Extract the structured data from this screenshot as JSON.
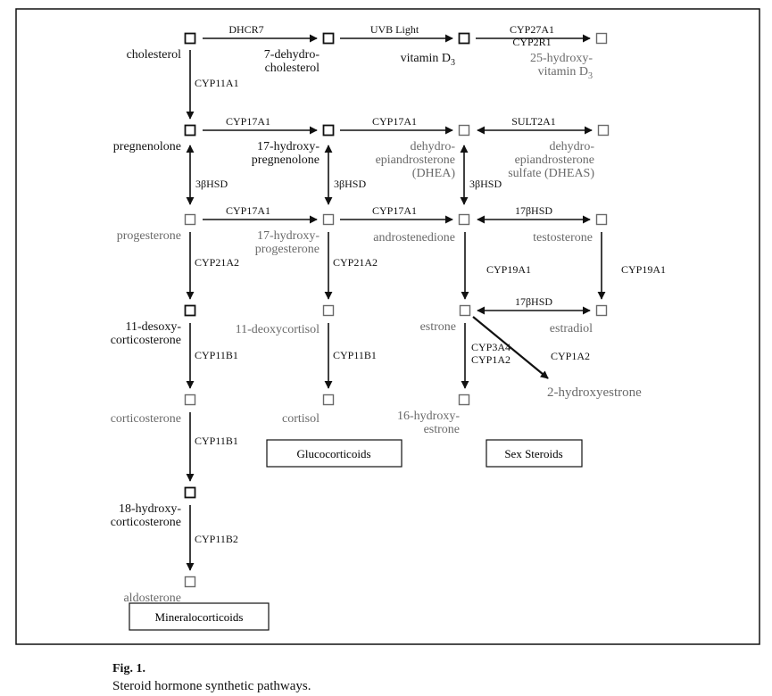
{
  "nodes": {
    "cholesterol": {
      "label": [
        "cholesterol"
      ],
      "measured": true
    },
    "dehydrocholesterol": {
      "label": [
        "7-dehydro-",
        "cholesterol"
      ],
      "measured": true
    },
    "vitamin_d3": {
      "label": [
        "vitamin D",
        "3"
      ],
      "measured": true
    },
    "hydroxyvitamin_d3": {
      "label": [
        "25-hydroxy-",
        "vitamin D",
        "3"
      ],
      "measured": false
    },
    "pregnenolone": {
      "label": [
        "pregnenolone"
      ],
      "measured": true
    },
    "hydroxypregnenolone": {
      "label": [
        "17-hydroxy-",
        "pregnenolone"
      ],
      "measured": true
    },
    "dhea": {
      "label": [
        "dehydro-",
        "epiandrosterone",
        "(DHEA)"
      ],
      "measured": false
    },
    "dheas": {
      "label": [
        "dehydro-",
        "epiandrosterone",
        "sulfate (DHEAS)"
      ],
      "measured": false
    },
    "progesterone": {
      "label": [
        "progesterone"
      ],
      "measured": false
    },
    "hydroxyprogesterone": {
      "label": [
        "17-hydroxy-",
        "progesterone"
      ],
      "measured": false
    },
    "androstenedione": {
      "label": [
        "androstenedione"
      ],
      "measured": false
    },
    "testosterone": {
      "label": [
        "testosterone"
      ],
      "measured": false
    },
    "desoxycorticosterone": {
      "label": [
        "11-desoxy-",
        "corticosterone"
      ],
      "measured": true
    },
    "deoxycortisol": {
      "label": [
        "11-deoxycortisol"
      ],
      "measured": false
    },
    "estrone": {
      "label": [
        "estrone"
      ],
      "measured": false
    },
    "estradiol": {
      "label": [
        "estradiol"
      ],
      "measured": false
    },
    "corticosterone": {
      "label": [
        "corticosterone"
      ],
      "measured": false
    },
    "cortisol": {
      "label": [
        "cortisol"
      ],
      "measured": false
    },
    "hydroxyestrone16": {
      "label": [
        "16-hydroxy-",
        "estrone"
      ],
      "measured": false
    },
    "hydroxyestrone2": {
      "label": [
        "2-hydroxyestrone"
      ],
      "measured": false
    },
    "hydroxycorticosterone": {
      "label": [
        "18-hydroxy-",
        "corticosterone"
      ],
      "measured": true
    },
    "aldosterone": {
      "label": [
        "aldosterone"
      ],
      "measured": false
    }
  },
  "edges": [
    {
      "from": "cholesterol",
      "to": "dehydrocholesterol",
      "enzyme": [
        "DHCR7"
      ],
      "bidirectional": false
    },
    {
      "from": "dehydrocholesterol",
      "to": "vitamin_d3",
      "enzyme": [
        "UVB Light"
      ],
      "bidirectional": false
    },
    {
      "from": "vitamin_d3",
      "to": "hydroxyvitamin_d3",
      "enzyme": [
        "CYP27A1",
        "CYP2R1"
      ],
      "bidirectional": false
    },
    {
      "from": "cholesterol",
      "to": "pregnenolone",
      "enzyme": [
        "CYP11A1"
      ],
      "bidirectional": false
    },
    {
      "from": "pregnenolone",
      "to": "hydroxypregnenolone",
      "enzyme": [
        "CYP17A1"
      ],
      "bidirectional": false
    },
    {
      "from": "hydroxypregnenolone",
      "to": "dhea",
      "enzyme": [
        "CYP17A1"
      ],
      "bidirectional": false
    },
    {
      "from": "dhea",
      "to": "dheas",
      "enzyme": [
        "SULT2A1"
      ],
      "bidirectional": true
    },
    {
      "from": "pregnenolone",
      "to": "progesterone",
      "enzyme": [
        "3βHSD"
      ],
      "bidirectional": true
    },
    {
      "from": "hydroxypregnenolone",
      "to": "hydroxyprogesterone",
      "enzyme": [
        "3βHSD"
      ],
      "bidirectional": true
    },
    {
      "from": "dhea",
      "to": "androstenedione",
      "enzyme": [
        "3βHSD"
      ],
      "bidirectional": true
    },
    {
      "from": "progesterone",
      "to": "hydroxyprogesterone",
      "enzyme": [
        "CYP17A1"
      ],
      "bidirectional": false
    },
    {
      "from": "hydroxyprogesterone",
      "to": "androstenedione",
      "enzyme": [
        "CYP17A1"
      ],
      "bidirectional": false
    },
    {
      "from": "androstenedione",
      "to": "testosterone",
      "enzyme": [
        "17βHSD"
      ],
      "bidirectional": true
    },
    {
      "from": "progesterone",
      "to": "desoxycorticosterone",
      "enzyme": [
        "CYP21A2"
      ],
      "bidirectional": false
    },
    {
      "from": "hydroxyprogesterone",
      "to": "deoxycortisol",
      "enzyme": [
        "CYP21A2"
      ],
      "bidirectional": false
    },
    {
      "from": "androstenedione",
      "to": "estrone",
      "enzyme": [
        "CYP19A1"
      ],
      "bidirectional": false
    },
    {
      "from": "testosterone",
      "to": "estradiol",
      "enzyme": [
        "CYP19A1"
      ],
      "bidirectional": false
    },
    {
      "from": "estrone",
      "to": "estradiol",
      "enzyme": [
        "17βHSD"
      ],
      "bidirectional": true
    },
    {
      "from": "desoxycorticosterone",
      "to": "corticosterone",
      "enzyme": [
        "CYP11B1"
      ],
      "bidirectional": false
    },
    {
      "from": "deoxycortisol",
      "to": "cortisol",
      "enzyme": [
        "CYP11B1"
      ],
      "bidirectional": false
    },
    {
      "from": "estrone",
      "to": "hydroxyestrone16",
      "enzyme": [
        "CYP3A4",
        "CYP1A2"
      ],
      "bidirectional": false
    },
    {
      "from": "estrone",
      "to": "hydroxyestrone2",
      "enzyme": [
        "CYP1A2"
      ],
      "bidirectional": false
    },
    {
      "from": "corticosterone",
      "to": "hydroxycorticosterone",
      "enzyme": [
        "CYP11B1"
      ],
      "bidirectional": false
    },
    {
      "from": "hydroxycorticosterone",
      "to": "aldosterone",
      "enzyme": [
        "CYP11B2"
      ],
      "bidirectional": false
    }
  ],
  "groups": {
    "glucocorticoids": "Glucocorticoids",
    "sex_steroids": "Sex Steroids",
    "mineralocorticoids": "Mineralocorticoids"
  },
  "caption": {
    "title": "Fig. 1.",
    "text": "Steroid hormone synthetic pathways."
  },
  "colors": {
    "measured": "#111111",
    "unmeasured": "#6a6a6a",
    "line": "#111111"
  }
}
